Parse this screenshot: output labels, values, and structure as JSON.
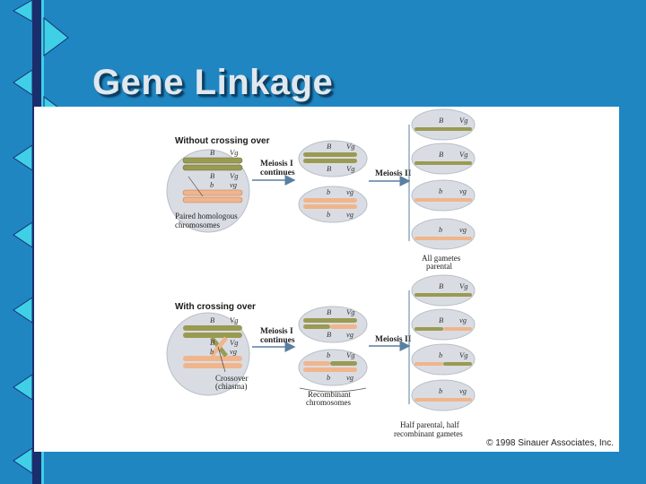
{
  "slide": {
    "title": "Gene Linkage"
  },
  "colors": {
    "background": "#1f86c2",
    "rail_dark": "#1a2e6e",
    "rail_cyan": "#3fd0e8",
    "olive_chromosome": "#9a9a52",
    "salmon_chromosome": "#f0b58c"
  },
  "figure": {
    "copyright": "© 1998 Sinauer Associates, Inc.",
    "top_panel": {
      "heading": "Without crossing over",
      "meiosis1": [
        "Meiosis I",
        "continues"
      ],
      "meiosis2": "Meiosis II",
      "homolog_label": [
        "Paired homologous",
        "chromosomes"
      ],
      "gametes_label": [
        "All gametes",
        "parental"
      ]
    },
    "bottom_panel": {
      "heading": "With crossing over",
      "meiosis1": [
        "Meiosis I",
        "continues"
      ],
      "meiosis2": "Meiosis II",
      "crossover_label": [
        "Crossover",
        "(chiasma)"
      ],
      "recombinant_label": [
        "Recombinant",
        "chromosomes"
      ],
      "gametes_label": [
        "Half parental, half",
        "recombinant gametes"
      ]
    },
    "genes": {
      "B": "B",
      "Vg": "Vg",
      "b": "b",
      "vg": "vg"
    }
  }
}
